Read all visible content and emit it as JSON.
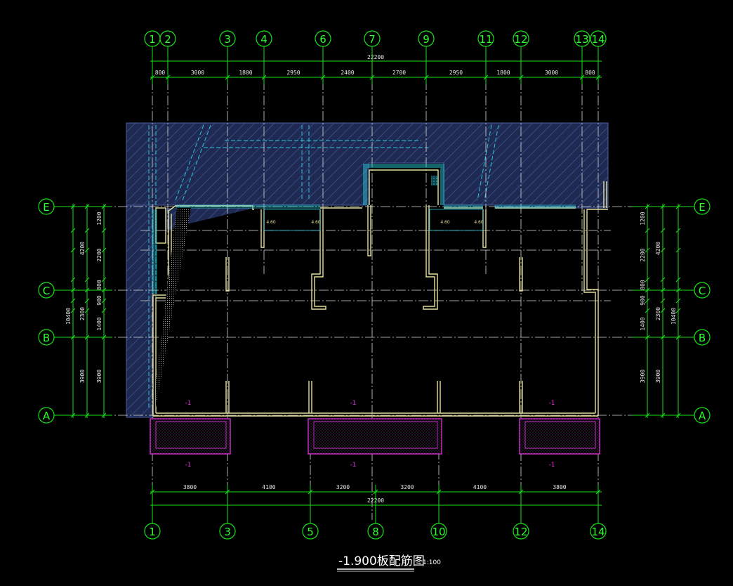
{
  "drawing": {
    "title": "-1.900板配筋图",
    "scale": "1:100"
  },
  "top_axes": [
    "1",
    "2",
    "3",
    "4",
    "6",
    "7",
    "9",
    "11",
    "12",
    "13",
    "14"
  ],
  "bottom_axes": [
    "1",
    "3",
    "5",
    "8",
    "10",
    "12",
    "14"
  ],
  "left_axes": [
    "E",
    "C",
    "B",
    "A"
  ],
  "right_axes": [
    "E",
    "C",
    "B",
    "A"
  ],
  "top_dims": {
    "total": "22200",
    "segments": [
      "800",
      "3000",
      "1800",
      "2950",
      "2400",
      "2700",
      "2950",
      "1800",
      "3000",
      "800"
    ]
  },
  "bottom_dims": {
    "total": "22200",
    "segments": [
      "3800",
      "4100",
      "3200",
      "3200",
      "4100",
      "3800"
    ]
  },
  "side_dims": {
    "total": "10400",
    "outer": [
      "4200",
      "2300",
      "3900"
    ],
    "inner": [
      "1200",
      "2200",
      "800",
      "900",
      "1400",
      "3900"
    ]
  },
  "slab_marks": [
    "-1",
    "-1",
    "-1",
    "-1",
    "-1",
    "-1"
  ],
  "room_tags": [
    "4.60",
    "4.60",
    "4.60",
    "4.60"
  ],
  "colors": {
    "grid": "#19e219",
    "wall": "#e6e09a",
    "hatch": "#2ac6d6",
    "slab_edge": "#e035e0",
    "background": "#000000"
  }
}
